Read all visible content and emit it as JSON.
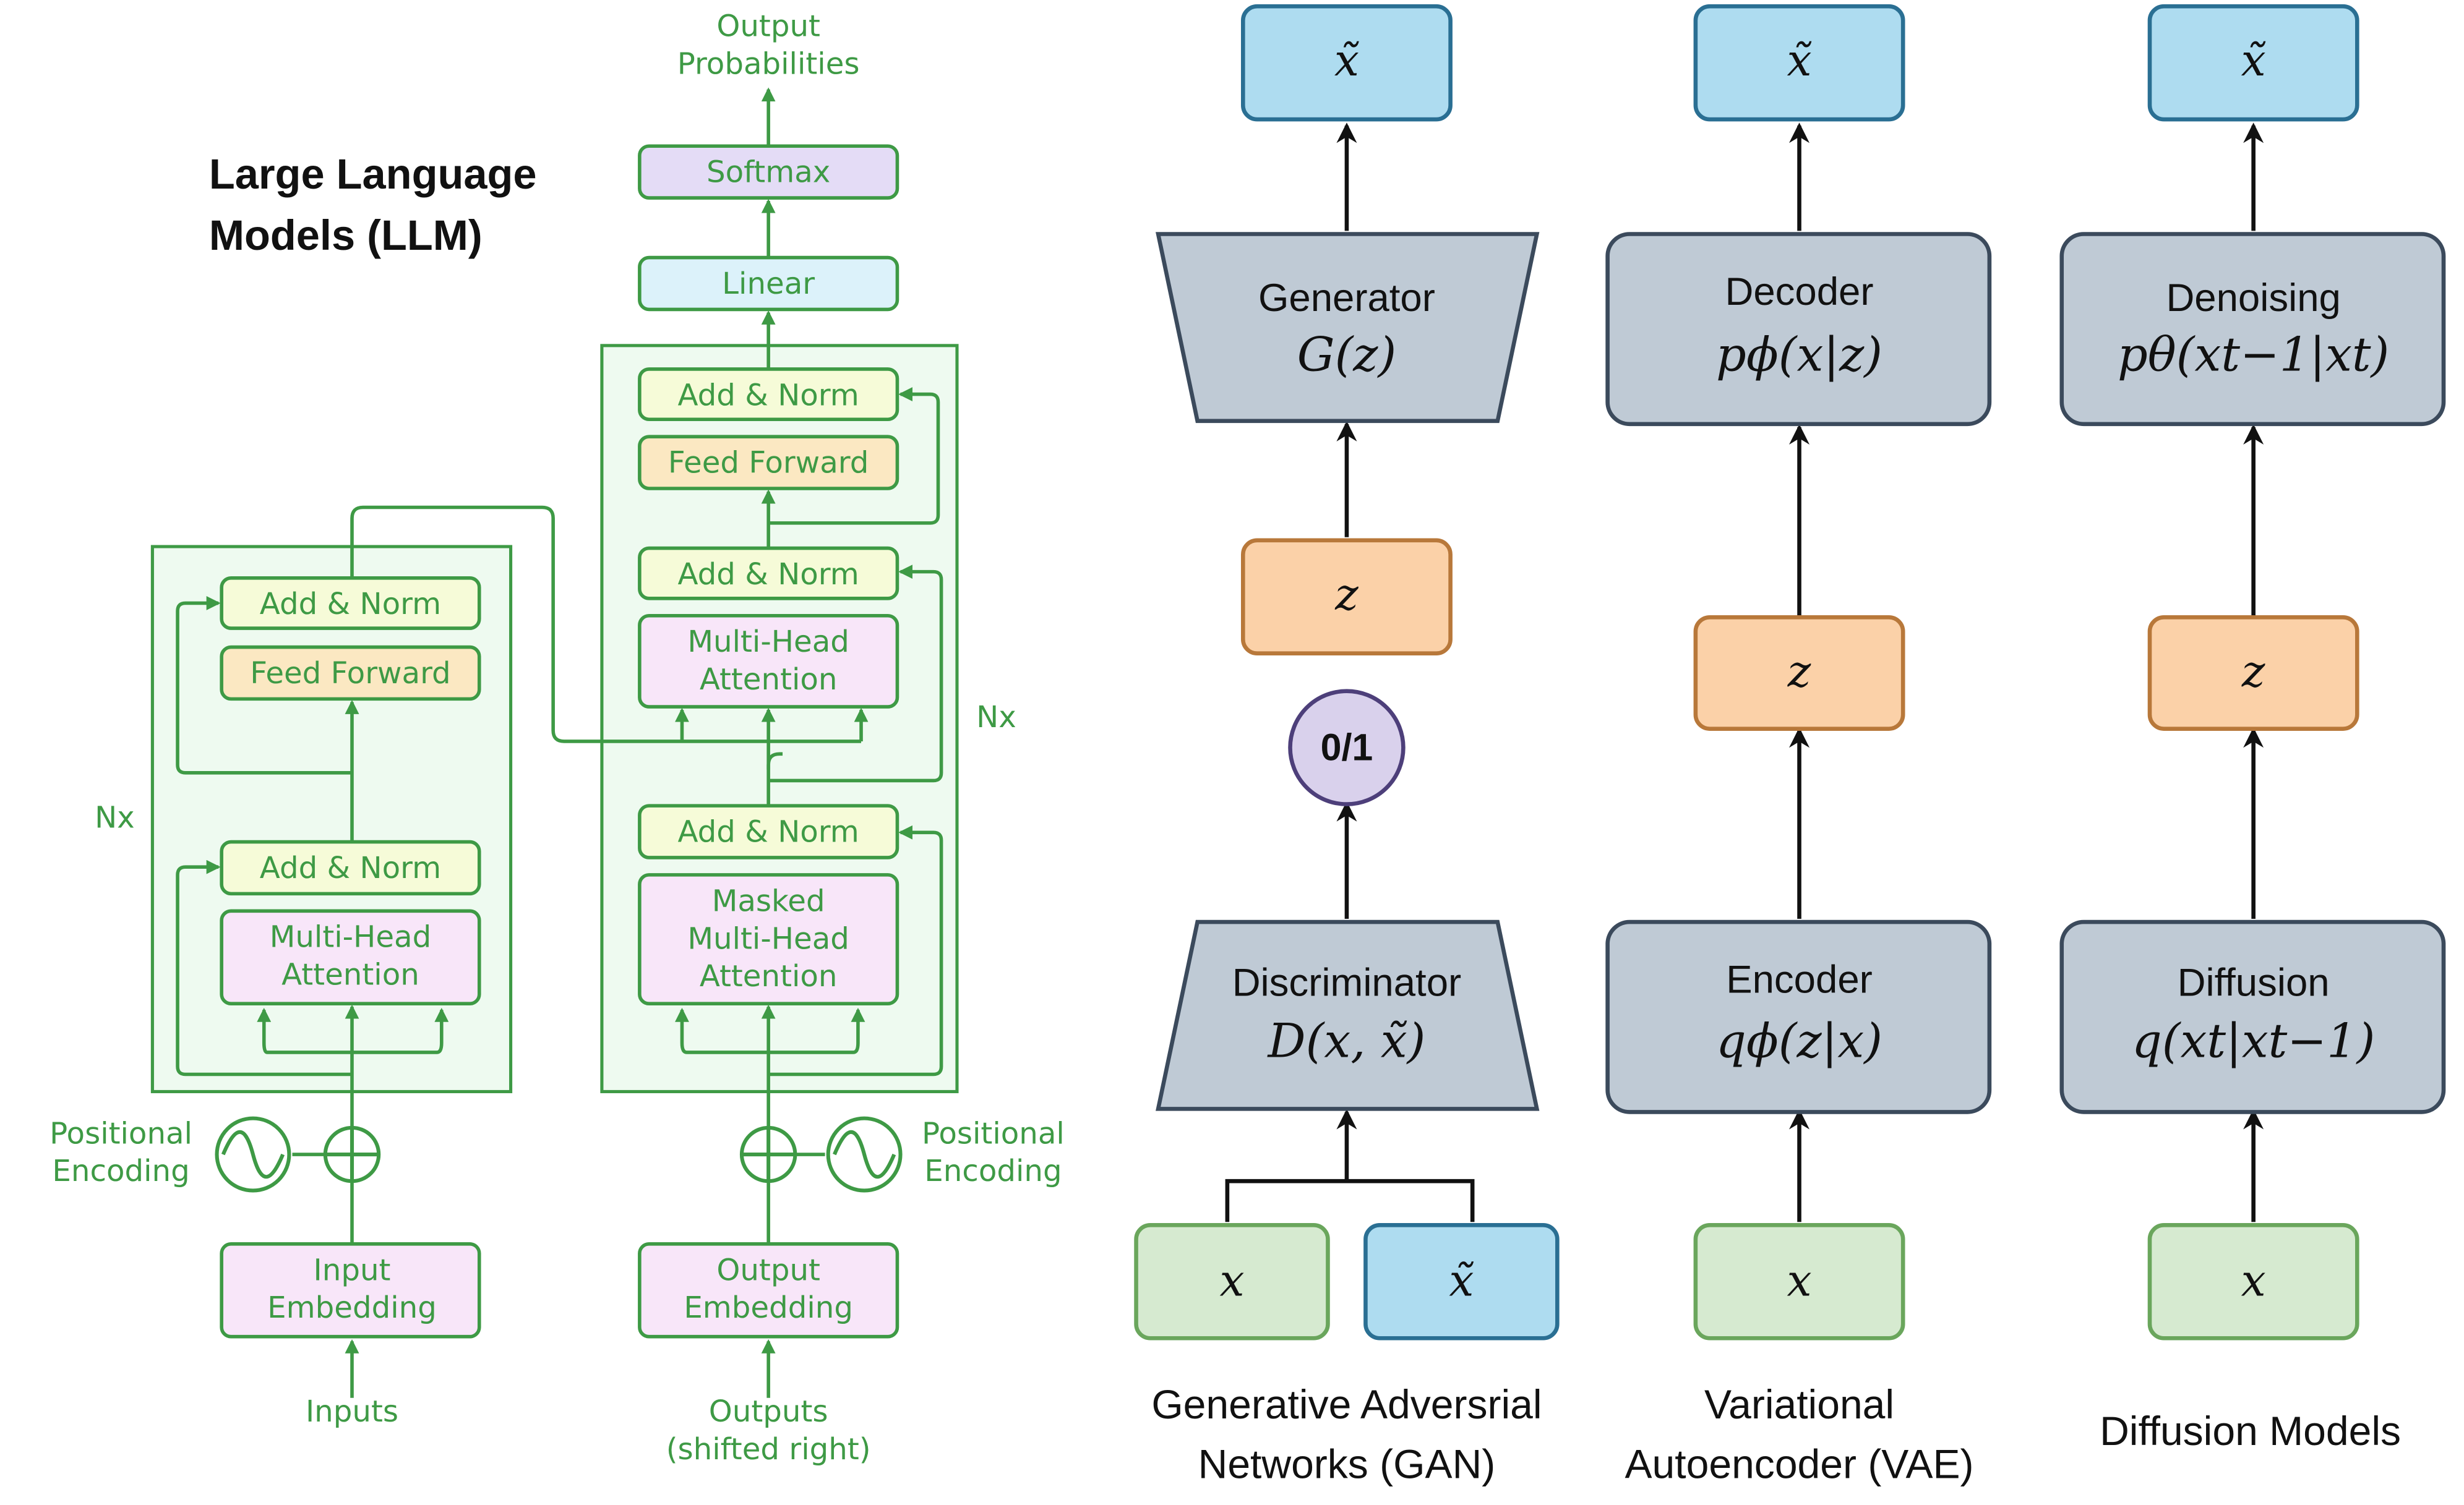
{
  "llm_title": [
    "Large Language",
    "Models (LLM)"
  ],
  "transformer": {
    "output_probabilities": [
      "Output",
      "Probabilities"
    ],
    "softmax": "Softmax",
    "linear": "Linear",
    "encoder_add_norm_top": "Add & Norm",
    "encoder_feed_forward": "Feed Forward",
    "encoder_add_norm_bottom": "Add & Norm",
    "encoder_attention": [
      "Multi-Head",
      "Attention"
    ],
    "decoder_add_norm_top": "Add & Norm",
    "decoder_feed_forward": "Feed Forward",
    "decoder_add_norm_mid": "Add & Norm",
    "decoder_attention": [
      "Multi-Head",
      "Attention"
    ],
    "decoder_add_norm_bottom": "Add & Norm",
    "decoder_masked_attention": [
      "Masked",
      "Multi-Head",
      "Attention"
    ],
    "encoder_nx": "Nx",
    "decoder_nx": "Nx",
    "positional_encoding_left": [
      "Positional",
      "Encoding"
    ],
    "positional_encoding_right": [
      "Positional",
      "Encoding"
    ],
    "input_embedding": [
      "Input",
      "Embedding"
    ],
    "output_embedding": [
      "Output",
      "Embedding"
    ],
    "inputs": "Inputs",
    "outputs": [
      "Outputs",
      "(shifted right)"
    ]
  },
  "generative_models": {
    "gan": {
      "output": "x̃",
      "generator": "Generator",
      "generator_formula": "G(z)",
      "latent": "z",
      "score": "0/1",
      "discriminator": "Discriminator",
      "discriminator_formula": "D(x, x̃)",
      "input_real": "x",
      "input_fake": "x̃",
      "caption": [
        "Generative Adversrial",
        "Networks (GAN)"
      ]
    },
    "vae": {
      "output": "x̃",
      "decoder": "Decoder",
      "decoder_formula": "pϕ(x|z)",
      "latent": "z",
      "encoder": "Encoder",
      "encoder_formula": "qϕ(z|x)",
      "input": "x",
      "caption": [
        "Variational",
        "Autoencoder (VAE)"
      ]
    },
    "diffusion": {
      "output": "x̃",
      "denoising": "Denoising",
      "denoising_formula": "pθ(xt−1|xt)",
      "latent": "z",
      "diffusion": "Diffusion",
      "diffusion_formula": "q(xt|xt−1)",
      "input": "x",
      "caption": [
        "Diffusion Models"
      ]
    }
  },
  "colors": {
    "transformer_green": "#3e9a45",
    "block_fill": "#eefaf0",
    "add_norm_fill": "#f6fbd8",
    "feed_forward_fill": "#fbe8c2",
    "attention_fill": "#f8e6f9",
    "softmax_fill": "#e4dcf6",
    "linear_fill": "#dcf2fa",
    "output_blue": "#aedcf0",
    "model_gray": "#bfcad5",
    "latent_orange": "#fbd1a8",
    "input_green": "#d6ead0",
    "score_purple": "#d9d1ec"
  }
}
